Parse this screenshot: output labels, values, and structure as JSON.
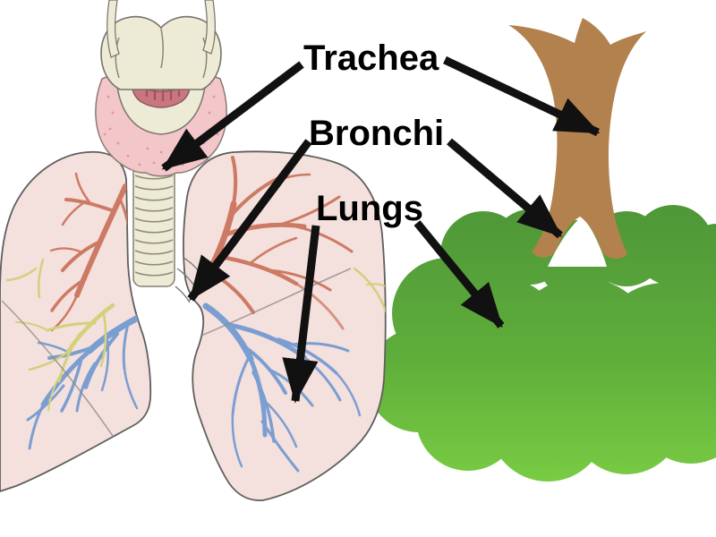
{
  "labels": {
    "trachea": "Trachea",
    "bronchi": "Bronchi",
    "lungs": "Lungs"
  },
  "colors": {
    "background": "#ffffff",
    "label_text": "#000000",
    "arrow": "#111111",
    "lung_body": "#f4e0dc",
    "lung_outline": "#5f5f5f",
    "bronchial_tree_salmon": "#cd7a64",
    "vein_tree_blue": "#7b9ed2",
    "vessel_tree_yellow": "#d2d17c",
    "cartilage_cream": "#edead6",
    "cartilage_outline": "#77736a",
    "thyroid_gland_pink": "#f3c6c9",
    "gland_stipple": "#db98a0",
    "vocal_fold_mauve": "#c97681",
    "tree_trunk_brown": "#b3814d",
    "canopy_green_top": "#4f9738",
    "canopy_green_mid": "#5fae3b",
    "canopy_green_bottom": "#79cc43"
  },
  "figures": {
    "anatomy": "human-respiratory-system-illustration",
    "analogy": "tree-shaped-like-lungs-illustration"
  }
}
